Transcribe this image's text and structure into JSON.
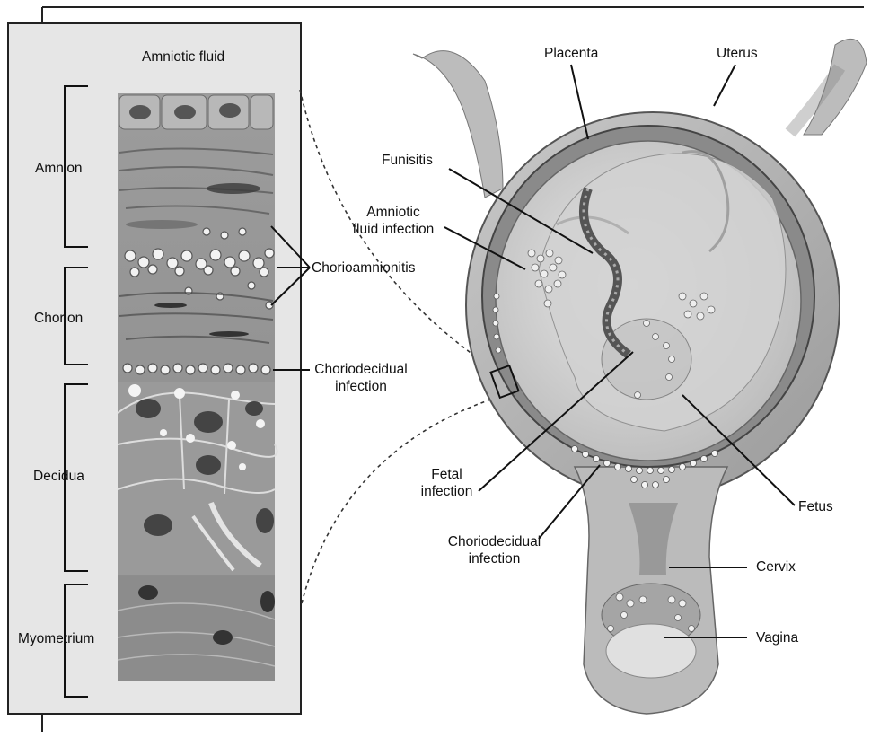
{
  "panel": {
    "fluid_label": "Amniotic fluid",
    "layers": {
      "amnion": "Amnion",
      "chorion": "Chorion",
      "decidua": "Decidua",
      "myometrium": "Myometrium"
    }
  },
  "labels": {
    "chorioamnionitis": "Chorioamnionitis",
    "choriodecidual_1_line1": "Choriodecidual",
    "choriodecidual_1_line2": "infection",
    "placenta": "Placenta",
    "uterus": "Uterus",
    "funisitis": "Funisitis",
    "amniotic_line1": "Amniotic",
    "amniotic_line2": "fluid infection",
    "fetal_line1": "Fetal",
    "fetal_line2": "infection",
    "choriodecidual_2_line1": "Choriodecidual",
    "choriodecidual_2_line2": "infection",
    "fetus": "Fetus",
    "cervix": "Cervix",
    "vagina": "Vagina"
  }
}
